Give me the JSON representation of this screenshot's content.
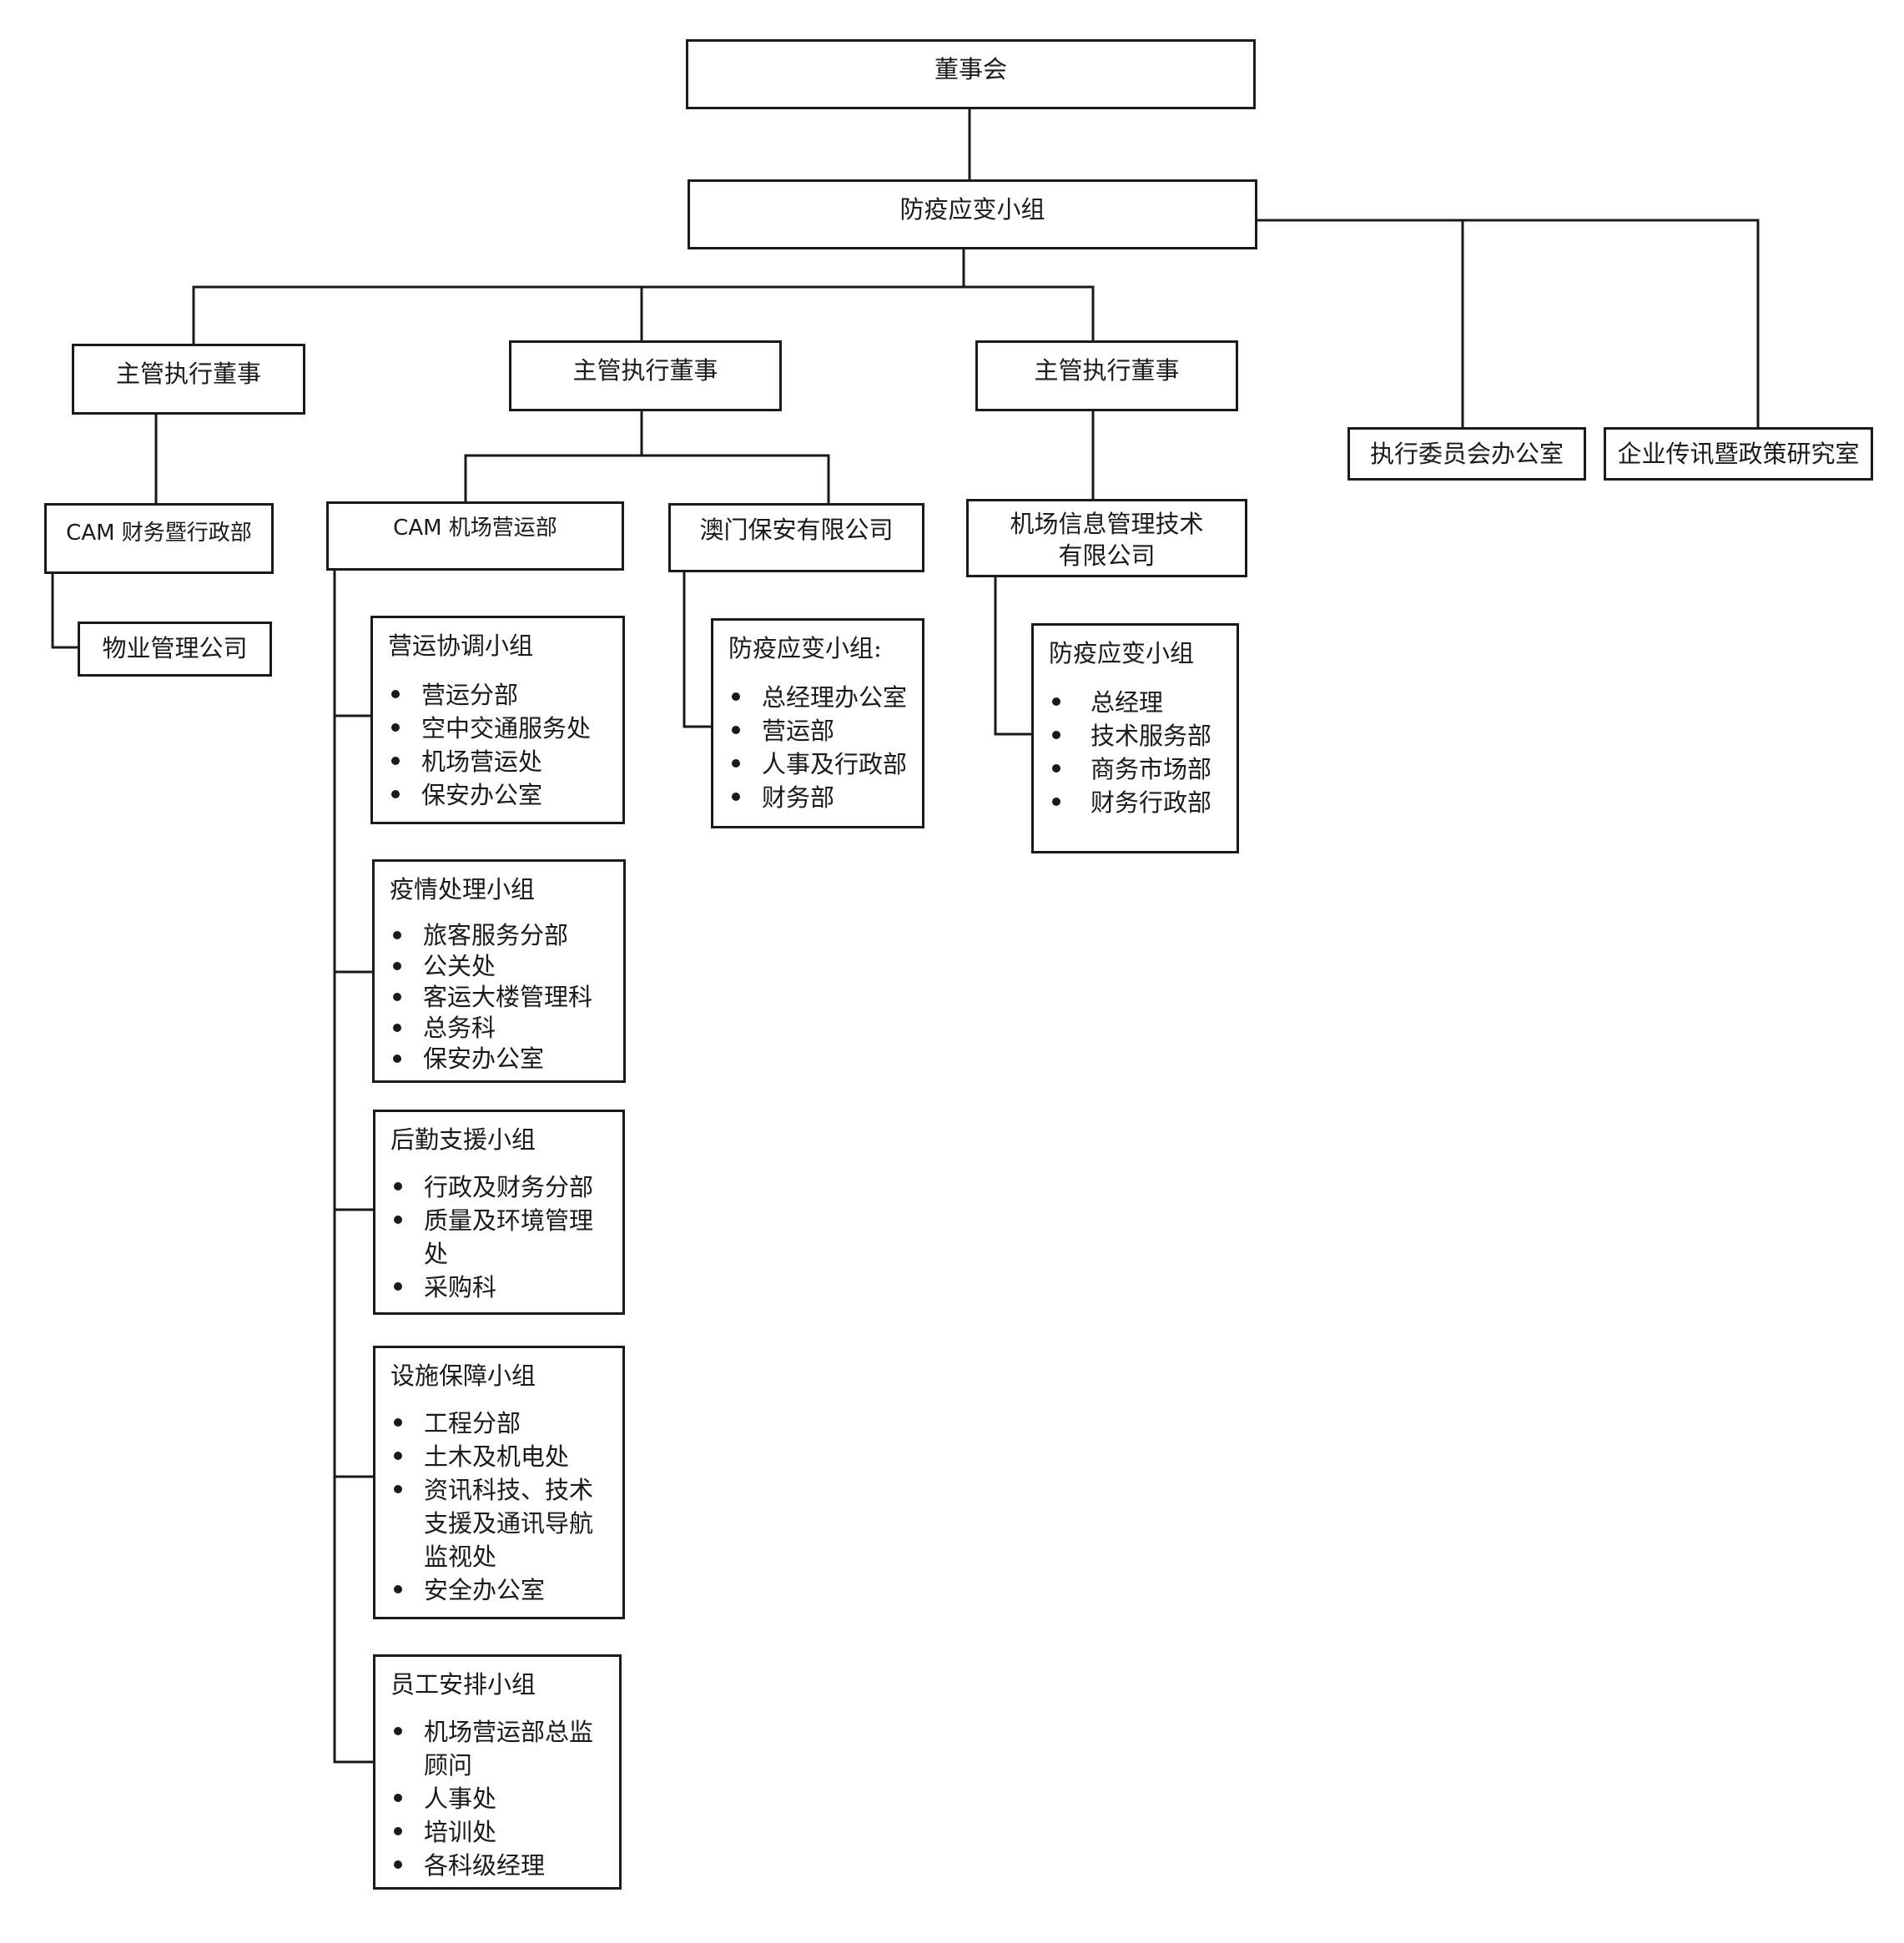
{
  "board": "董事会",
  "task_force": "防疫应变小组",
  "directors": {
    "left": "主管执行董事",
    "center": "主管执行董事",
    "right": "主管执行董事"
  },
  "exec_office": "执行委员会办公室",
  "policy_office": "企业传讯暨政策研究室",
  "finance_admin": "CAM 财务暨行政部",
  "property_mgmt": "物业管理公司",
  "airport_ops": "CAM 机场营运部",
  "security_co": "澳门保安有限公司",
  "it_co": {
    "line1": "机场信息管理技术",
    "line2": "有限公司"
  },
  "groups": {
    "ops_coord": {
      "title": "营运协调小组",
      "items": [
        "营运分部",
        "空中交通服务处",
        "机场营运处",
        "保安办公室"
      ]
    },
    "epidemic": {
      "title": "疫情处理小组",
      "items": [
        "旅客服务分部",
        "公关处",
        "客运大楼管理科",
        "总务科",
        "保安办公室"
      ]
    },
    "logistics": {
      "title": "后勤支援小组",
      "items": [
        "行政及财务分部",
        "质量及环境管理处",
        "采购科"
      ]
    },
    "facilities": {
      "title": "设施保障小组",
      "items": [
        "工程分部",
        "土木及机电处",
        "资讯科技、技术支援及通讯导航监视处",
        "安全办公室"
      ]
    },
    "staff": {
      "title": "员工安排小组",
      "items": [
        "机场营运部总监顾问",
        "人事处",
        "培训处",
        "各科级经理"
      ]
    },
    "security_task": {
      "title": "防疫应变小组:",
      "items": [
        "总经理办公室",
        "营运部",
        "人事及行政部",
        "财务部"
      ]
    },
    "it_task": {
      "title": "防疫应变小组",
      "items": [
        "总经理",
        "技术服务部",
        "商务市场部",
        "财务行政部"
      ]
    }
  }
}
